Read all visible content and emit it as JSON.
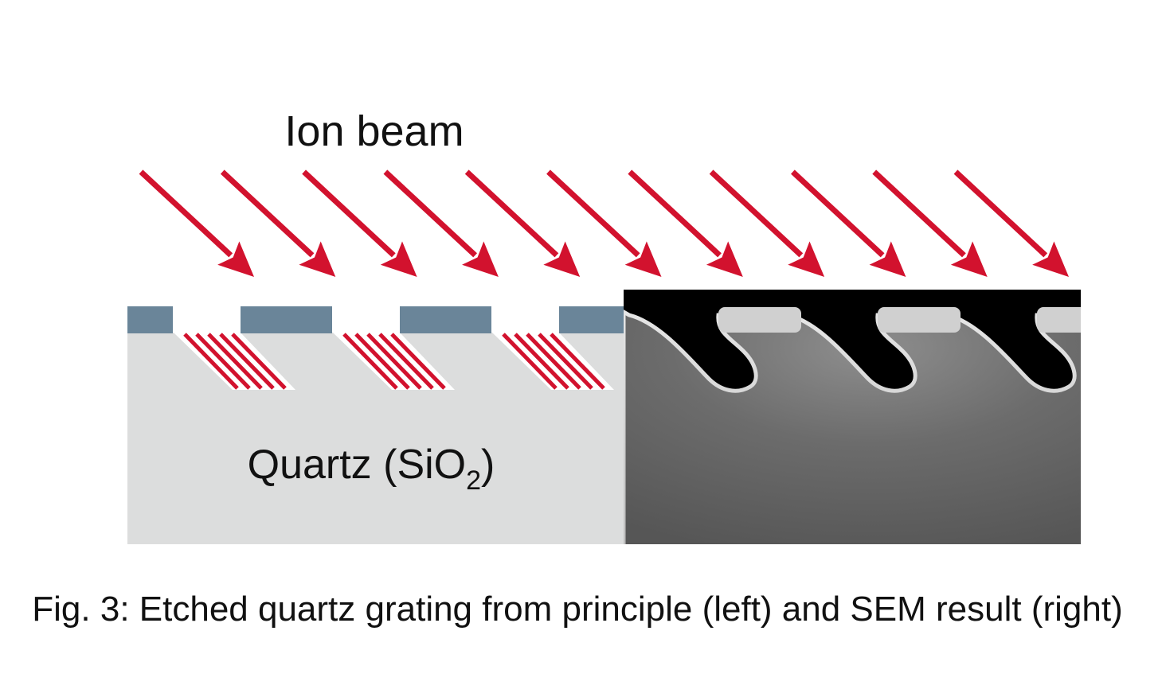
{
  "beam_label": "Ion beam",
  "substrate_label": {
    "main": "Quartz (SiO",
    "subscript": "2",
    "close": ")"
  },
  "caption": "Fig. 3: Etched quartz grating from principle (left) and SEM result (right)",
  "colors": {
    "arrow": "#d2122e",
    "mask": "#6a8599",
    "quartz": "#dcdddd",
    "sem_background": "#000000",
    "sem_material": "#6f6f6f",
    "text": "#111111"
  },
  "ion_beam_arrow_count": 11,
  "mask_segment_count": 4,
  "etched_groove_count": 3,
  "sem_trench_count": 3
}
